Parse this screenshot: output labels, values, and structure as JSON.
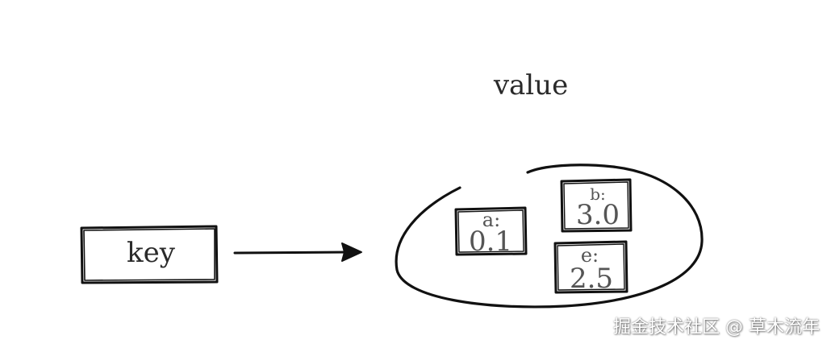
{
  "diagram": {
    "value_title": "value",
    "key_label": "key",
    "fields": [
      {
        "name": "a:",
        "value": "0.1"
      },
      {
        "name": "b:",
        "value": "3.0"
      },
      {
        "name": "e:",
        "value": "2.5"
      }
    ]
  },
  "watermark": {
    "text": "掘金技术社区 @ 草木流年"
  },
  "colors": {
    "ink": "#111111",
    "text": "#2a2a2a",
    "background": "#ffffff"
  }
}
